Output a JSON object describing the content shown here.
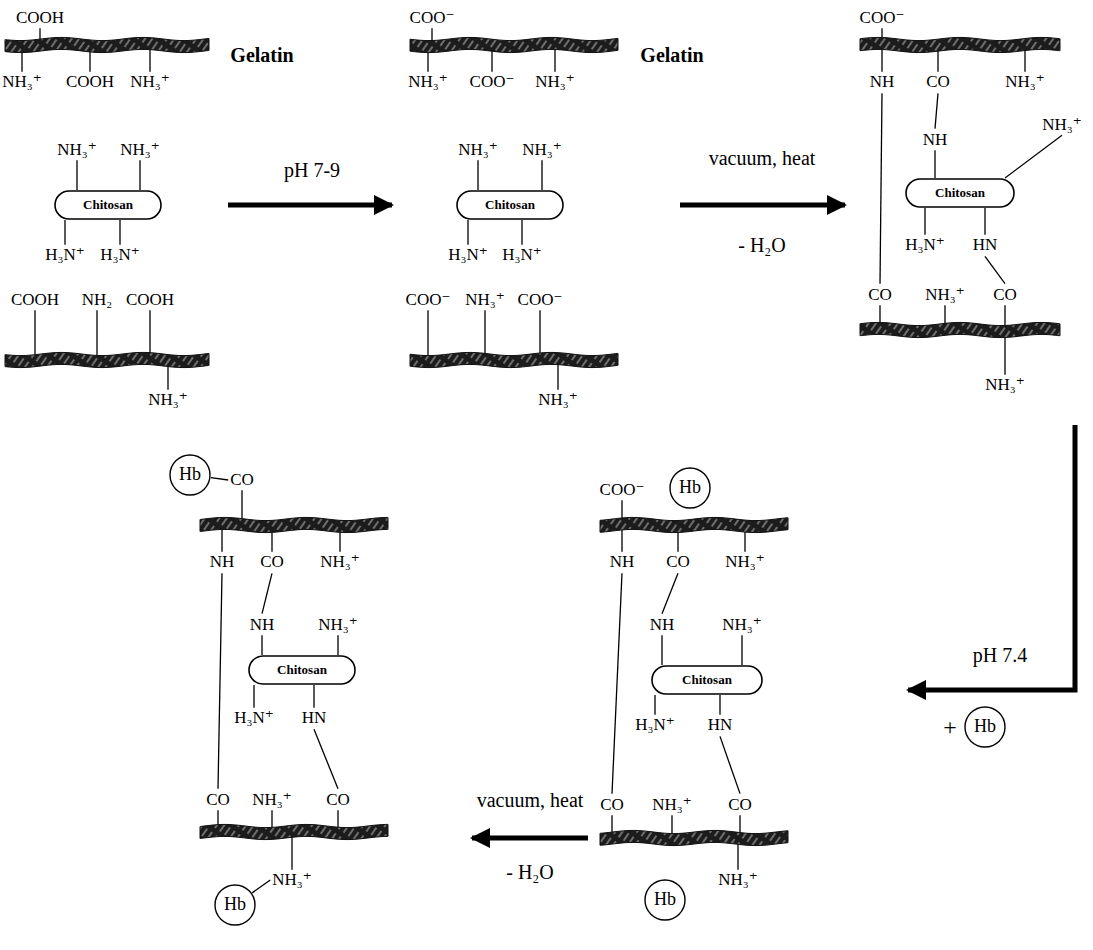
{
  "diagram": {
    "nodes": [
      {
        "text": [
          "Chitosan"
        ]
      },
      {
        "text": [
          "Chitosan"
        ]
      },
      {
        "text": [
          "Chitosan"
        ]
      },
      {
        "text": [
          "Hb"
        ]
      },
      {
        "text": [
          "Hb"
        ]
      },
      {
        "text": [
          "Chitosan"
        ]
      },
      {
        "text": [
          "Chitosan"
        ]
      },
      {
        "text": [
          "Hb"
        ]
      },
      {
        "text": [
          "Hb"
        ]
      },
      {
        "text": [
          "Hb"
        ]
      }
    ],
    "labels": [
      "COOH",
      "Gelatin",
      "NH₃⁺",
      "COOH",
      "NH₃⁺",
      "NH₃⁺",
      "NH₃⁺",
      "H₃N⁺",
      "H₃N⁺",
      "COOH",
      "NH₂",
      "COOH",
      "NH₃⁺",
      "pH 7-9",
      "COO⁻",
      "Gelatin",
      "NH₃⁺",
      "COO⁻",
      "NH₃⁺",
      "NH₃⁺",
      "NH₃⁺",
      "H₃N⁺",
      "H₃N⁺",
      "COO⁻",
      "NH₃⁺",
      "COO⁻",
      "NH₃⁺",
      "vacuum, heat",
      "- H₂O",
      "COO⁻",
      "NH",
      "CO",
      "NH₃⁺",
      "NH",
      "NH₃⁺",
      "H₃N⁺",
      "HN",
      "CO",
      "NH₃⁺",
      "CO",
      "NH₃⁺",
      "pH 7.4",
      "+",
      "COO⁻",
      "NH",
      "CO",
      "NH₃⁺",
      "NH",
      "NH₃⁺",
      "H₃N⁺",
      "HN",
      "CO",
      "NH₃⁺",
      "CO",
      "NH₃⁺",
      "vacuum, heat",
      "- H₂O",
      "CO",
      "NH",
      "CO",
      "NH₃⁺",
      "NH",
      "NH₃⁺",
      "H₃N⁺",
      "HN",
      "CO",
      "NH₃⁺",
      "CO",
      "NH₃⁺"
    ]
  }
}
